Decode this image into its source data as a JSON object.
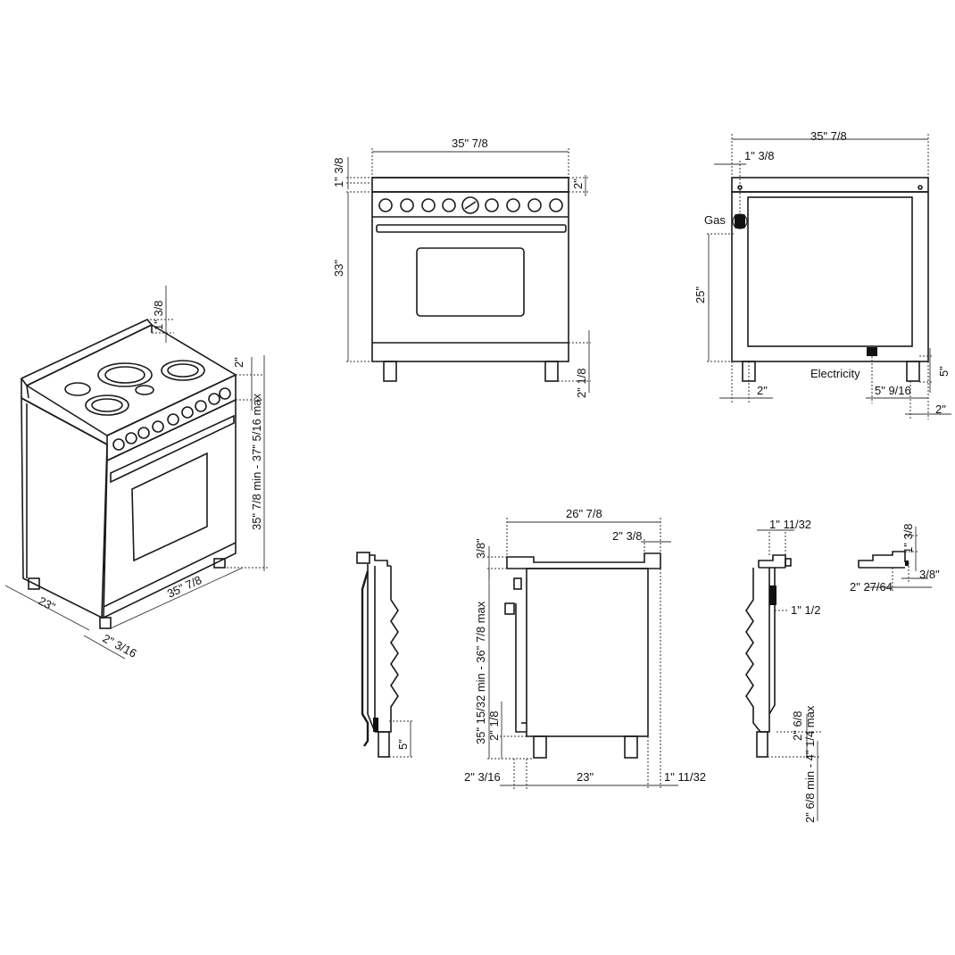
{
  "iso_view": {
    "d_backguard": "1\" 3/8",
    "d_top": "2\"",
    "d_height": "35\" 7/8 min - 37\" 5/16 max",
    "d_depth": "23\"",
    "d_width": "35\" 7/8",
    "d_handle": "2\" 3/16"
  },
  "front_view": {
    "d_width": "35\" 7/8",
    "d_backguard": "1\" 3/8",
    "d_panel": "2\"",
    "d_height": "33\"",
    "d_leg": "2\" 1/8"
  },
  "rear_view": {
    "d_width": "35\" 7/8",
    "d_gas_offset": "1\" 3/8",
    "gas_label": "Gas",
    "d_gas_height": "25\"",
    "electricity_label": "Electricity",
    "d_elec_height": "5\"",
    "d_gas_side": "2\"",
    "d_elec_side": "5\" 9/16",
    "d_elec_edge": "2\""
  },
  "side_view": {
    "d_depth_total": "26\" 7/8",
    "d_rear_top": "2\" 3/8",
    "d_front_top": "3/8\"",
    "d_height": "35\" 15/32 min - 36\" 7/8 max",
    "d_leg": "2\" 1/8",
    "d_front_overhang": "2\" 3/16",
    "d_body_depth": "23\"",
    "d_rear_gap": "1\" 11/32"
  },
  "left_profile": {
    "d_foot": "5\""
  },
  "right_profile": {
    "d_top": "1\" 11/32",
    "d_connector": "1\" 1/2",
    "d_leg": "2\" 6/8",
    "d_adjust": "2\" 6/8 min - 4\" 1/4 max"
  },
  "detail_view": {
    "d_height": "1\" 3/8",
    "d_step": "3/8\"",
    "d_depth": "2\" 27/64"
  }
}
